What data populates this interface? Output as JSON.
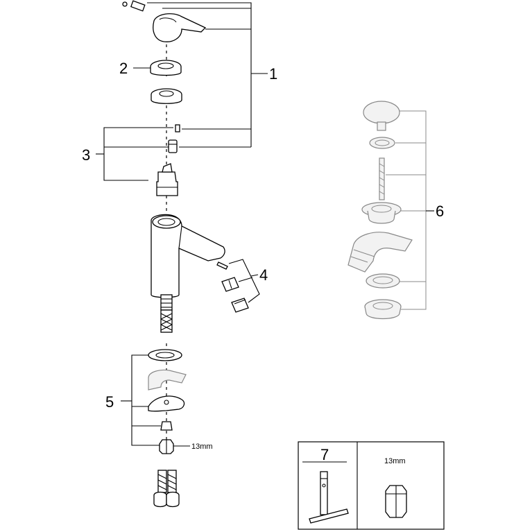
{
  "callouts": {
    "c1": "1",
    "c2": "2",
    "c3": "3",
    "c4": "4",
    "c5": "5",
    "c6": "6",
    "c7": "7"
  },
  "dimensions": {
    "nut_size": "13mm",
    "box_nut_size": "13mm"
  },
  "colors": {
    "line": "#000000",
    "drain_part": "#888888"
  }
}
